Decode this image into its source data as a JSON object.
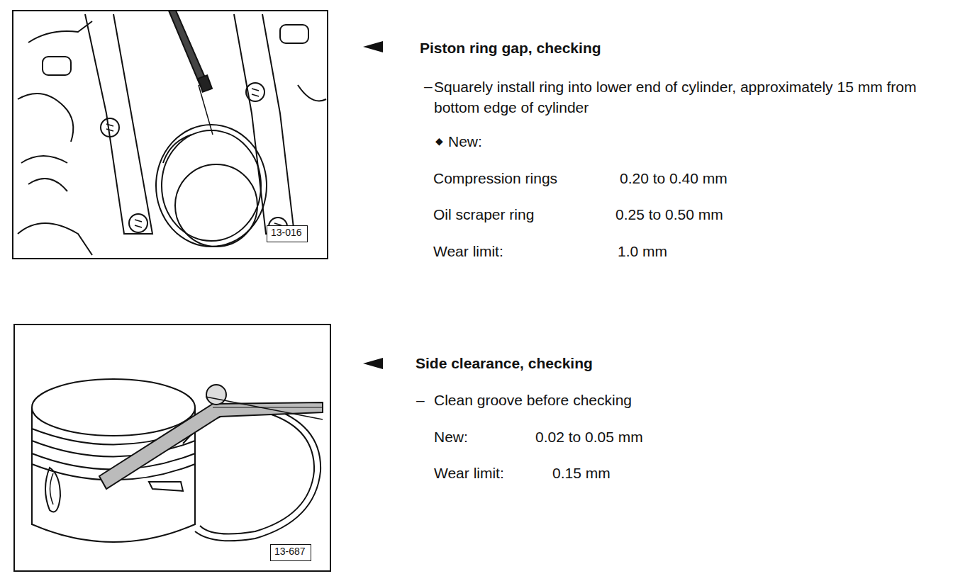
{
  "diagram": {
    "nodes": [
      {
        "text": [
          "13-016"
        ]
      },
      {
        "text": [
          "13-687"
        ]
      }
    ],
    "labels": [
      "Piston ring gap, checking",
      "–",
      "Squarely install ring into lower end of cylinder, approximately 15 mm from bottom edge of cylinder",
      "◆",
      "New:",
      "Compression rings",
      "0.20 to 0.40 mm",
      "Oil scraper ring",
      "0.25 to 0.50 mm",
      "Wear limit:",
      "1.0 mm",
      "Side clearance, checking",
      "–",
      "Clean groove before checking",
      "New:",
      "0.02 to 0.05 mm",
      "Wear limit:",
      "0.15 mm"
    ]
  }
}
